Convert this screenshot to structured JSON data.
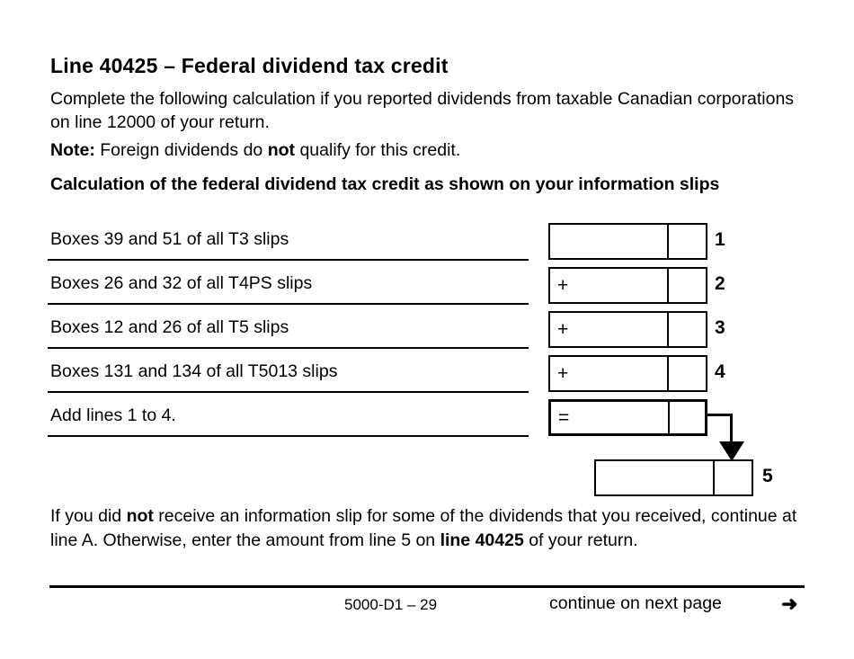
{
  "document": {
    "heading": "Line 40425 – Federal dividend tax credit",
    "intro_paragraph": "Complete the following calculation if you reported dividends from taxable Canadian corporations on line 12000 of your return.",
    "note_label": "Note:",
    "note_text_before": " Foreign dividends do ",
    "note_emphasis": "not",
    "note_text_after": " qualify for this credit.",
    "subheading": "Calculation of the federal dividend tax credit as shown on your information slips"
  },
  "calculation": {
    "rows": [
      {
        "label": "Boxes 39 and 51 of all T3 slips",
        "operator": "",
        "line_number": "1",
        "box_style": "normal"
      },
      {
        "label": "Boxes 26 and 32 of all T4PS slips",
        "operator": "+",
        "line_number": "2",
        "box_style": "normal"
      },
      {
        "label": "Boxes 12 and 26 of all T5 slips",
        "operator": "+",
        "line_number": "3",
        "box_style": "normal"
      },
      {
        "label": "Boxes 131 and 134 of all T5013 slips",
        "operator": "+",
        "line_number": "4",
        "box_style": "normal"
      },
      {
        "label": "Add lines 1 to 4.",
        "operator": "=",
        "line_number": "",
        "box_style": "thick"
      }
    ],
    "result": {
      "line_number": "5",
      "operator": ""
    }
  },
  "closing": {
    "text_1": "If you did ",
    "emphasis_1": "not",
    "text_2": " receive an information slip for some of the dividends that you received, continue at line A. Otherwise, enter the amount from line 5 on ",
    "emphasis_2": "line 40425",
    "text_3": " of your return."
  },
  "footer": {
    "form_id": "5000-D1 – 29",
    "continue_label": "continue on next page",
    "arrow_glyph": "➜"
  },
  "colors": {
    "ink": "#000000",
    "paper": "#ffffff"
  }
}
